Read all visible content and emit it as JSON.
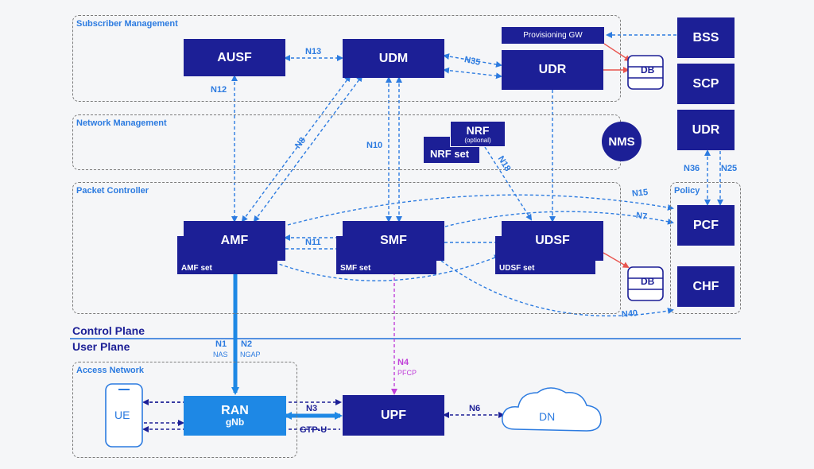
{
  "groups": {
    "subscriber": "Subscriber Management",
    "network": "Network Management",
    "packet": "Packet Controller",
    "policy": "Policy",
    "access": "Access Network"
  },
  "planes": {
    "control": "Control Plane",
    "user": "User Plane"
  },
  "nodes": {
    "ausf": "AUSF",
    "udm": "UDM",
    "udr": "UDR",
    "provisioning_gw": "Provisioning GW",
    "bss": "BSS",
    "scp": "SCP",
    "udr_policy": "UDR",
    "nrf": "NRF",
    "nrf_optional": "(optional)",
    "nrf_set": "NRF set",
    "nms": "NMS",
    "amf": "AMF",
    "amf_set": "AMF set",
    "smf": "SMF",
    "smf_set": "SMF set",
    "udsf": "UDSF",
    "udsf_set": "UDSF set",
    "pcf": "PCF",
    "chf": "CHF",
    "db": "DB",
    "ue": "UE",
    "ran": "RAN",
    "ran_sub": "gNb",
    "upf": "UPF",
    "dn": "DN"
  },
  "interfaces": {
    "n13": "N13",
    "n35": "N35",
    "n12": "N12",
    "n8": "N8",
    "n10": "N10",
    "n18": "N18",
    "n15": "N15",
    "n7": "N7",
    "n11": "N11",
    "n36": "N36",
    "n25": "N25",
    "n40": "N40",
    "n1": "N1",
    "n1_sub": "NAS",
    "n2": "N2",
    "n2_sub": "NGAP",
    "n4": "N4",
    "n4_sub": "PFCP",
    "n3": "N3",
    "n3_sub": "GTP-U",
    "n6": "N6"
  },
  "colors": {
    "node": "#1c1f96",
    "link": "#2c7be0",
    "ran": "#1e88e5",
    "pfcp": "#c040d8",
    "db_link": "#e8544e",
    "plane_line": "#1e6fd9"
  }
}
